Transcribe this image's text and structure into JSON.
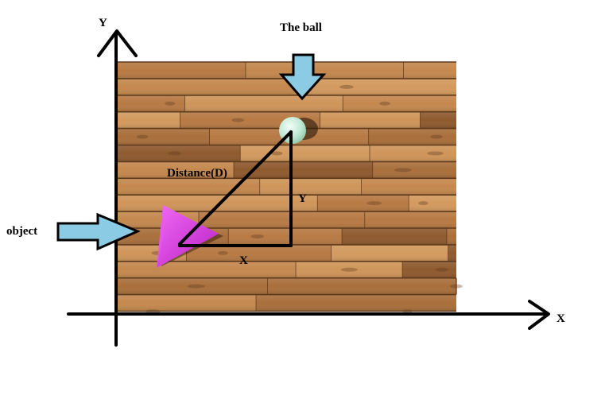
{
  "labels": {
    "axis_y": "Y",
    "axis_x": "X",
    "ball": "The ball",
    "object": "object",
    "distance": "Distance(D)",
    "triangle_y": "Y",
    "triangle_x": "X"
  },
  "colors": {
    "floor_base": "#b77a44",
    "floor_light": "#d39a5f",
    "floor_dark": "#8f5a2f",
    "floor_seam": "#5e3a1c",
    "arrow_fill": "#8ccbe4",
    "arrow_stroke": "#000000",
    "object_fill": "#d63be0",
    "ball_fill": "#bfe8d4",
    "lines": "#000000"
  }
}
